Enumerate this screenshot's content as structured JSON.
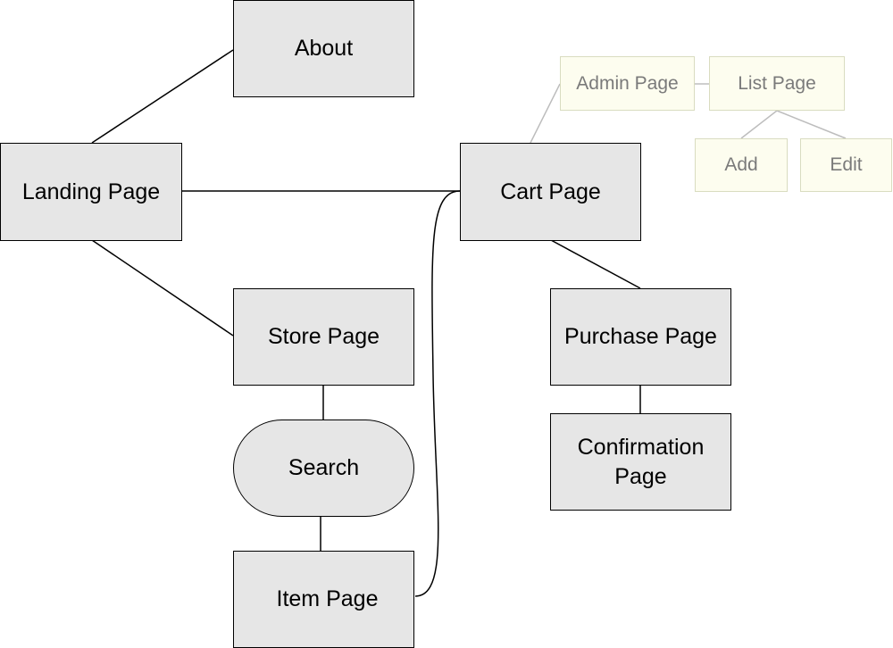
{
  "diagram": {
    "nodes": {
      "about": "About",
      "landing": "Landing Page",
      "cart": "Cart Page",
      "store": "Store Page",
      "search": "Search",
      "item": "Item Page",
      "purchase": "Purchase Page",
      "confirmation_line1": "Confirmation",
      "confirmation_line2": "Page",
      "admin": "Admin Page",
      "list": "List Page",
      "add": "Add",
      "edit": "Edit"
    },
    "colors": {
      "box_fill": "#e6e6e6",
      "box_border": "#000000",
      "faded_fill": "#fdfdef",
      "faded_border": "#d9dcc0",
      "faded_text": "#7a7a7a",
      "faded_line": "#bdbdbd"
    }
  }
}
